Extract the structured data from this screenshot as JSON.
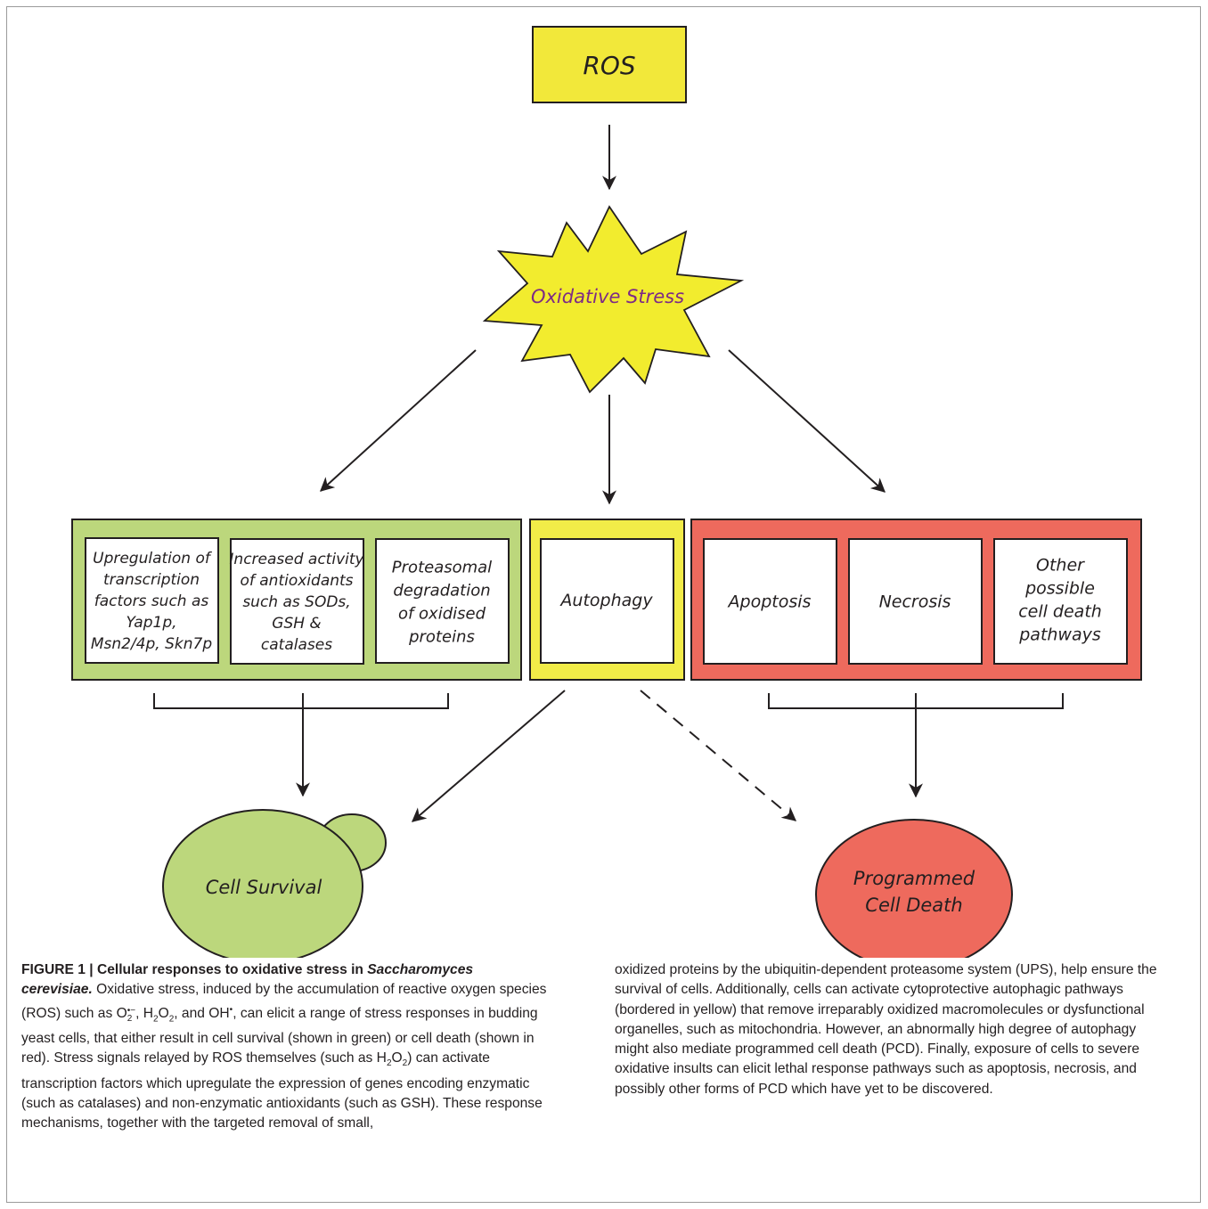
{
  "diagram": {
    "ros": "ROS",
    "oxidative_stress": "Oxidative Stress",
    "survival_boxes": [
      [
        "Upregulation of",
        "transcription",
        "factors such as",
        "Yap1p,",
        "Msn2/4p, Skn7p"
      ],
      [
        "Increased activity",
        "of antioxidants",
        "such as SODs,",
        "GSH &",
        "catalases"
      ],
      [
        "Proteasomal",
        "degradation",
        "of oxidised",
        "proteins"
      ]
    ],
    "autophagy": "Autophagy",
    "death_boxes": [
      [
        "Apoptosis"
      ],
      [
        "Necrosis"
      ],
      [
        "Other",
        "possible",
        "cell death",
        "pathways"
      ]
    ],
    "cell_survival": "Cell Survival",
    "programmed_cell_death": [
      "Programmed",
      "Cell Death"
    ],
    "colors": {
      "yellow": "#f2e83a",
      "green": "#bcd77c",
      "red": "#ee6a5d",
      "purple_text": "#7d2a86"
    }
  },
  "caption": {
    "figure_label": "FIGURE 1 | Cellular responses to oxidative stress in ",
    "species": "Saccharomyces cerevisiae.",
    "left_text_1": "Oxidative stress, induced by the accumulation of reactive oxygen species (ROS) such as O",
    "left_text_2": ", H",
    "left_text_3": "O",
    "left_text_4": ", and OH",
    "left_text_5": ", can elicit a range of stress responses in budding yeast cells, that either result in cell survival (shown in green) or cell death (shown in red). Stress signals relayed by ROS themselves (such as H",
    "left_text_6": "O",
    "left_text_7": ") can activate transcription factors which upregulate the expression of genes encoding enzymatic (such as catalases) and non-enzymatic antioxidants (such as GSH). These response mechanisms, together with the targeted removal of small,",
    "right_text": "oxidized proteins by the ubiquitin-dependent proteasome system (UPS), help ensure the survival of cells. Additionally, cells can activate cytoprotective autophagic pathways (bordered in yellow) that remove irreparably oxidized macromolecules or dysfunctional organelles, such as mitochondria. However, an abnormally high degree of autophagy might also mediate programmed cell death (PCD). Finally, exposure of cells to severe oxidative insults can elicit lethal response pathways such as apoptosis, necrosis, and possibly other forms of PCD which have yet to be discovered."
  }
}
